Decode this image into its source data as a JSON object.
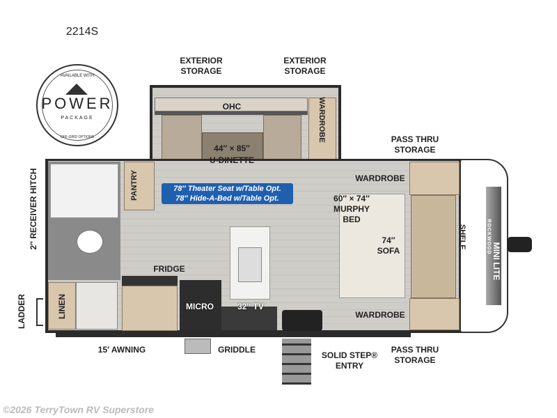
{
  "model": "2214S",
  "logo": {
    "top_text": "AVAILABLE WITH",
    "main": "POWER",
    "sub": "PACKAGE",
    "bottom_text": "OFF-GRID OPTIONS"
  },
  "labels": {
    "exterior_storage_1": [
      "EXTERIOR",
      "STORAGE"
    ],
    "exterior_storage_2": [
      "EXTERIOR",
      "STORAGE"
    ],
    "ohc": "OHC",
    "dinette_size": "44″ × 85″",
    "dinette": "U-DINETTE",
    "wardrobe_slide": "WARDROBE",
    "pass_thru_top": [
      "PASS THRU",
      "STORAGE"
    ],
    "wardrobe_top": "WARDROBE",
    "murphy": [
      "60″ × 74″",
      "MURPHY",
      "BED"
    ],
    "sofa": [
      "74″",
      "SOFA"
    ],
    "shelf": "SHELF",
    "wardrobe_bottom": "WARDROBE",
    "pass_thru_bottom": [
      "PASS THRU",
      "STORAGE"
    ],
    "entry": [
      "SOLID STEP®",
      "ENTRY"
    ],
    "griddle": "GRIDDLE",
    "awning": "15′ AWNING",
    "tv": "32″ TV",
    "micro": "MICRO",
    "fridge": "FRIDGE",
    "pantry": "PANTRY",
    "hitch": "2″ RECEIVER HITCH",
    "ladder": "LADDER",
    "linen": "LINEN"
  },
  "option_badge": {
    "line1": "78″ Theater Seat w/Table Opt.",
    "line2": "78″ Hide-A-Bed w/Table Opt.",
    "color": "#1f5fb0"
  },
  "cap_branding": {
    "brand": "MINI LITE",
    "maker": "ROCKWOOD"
  },
  "watermark": "©2026 TerryTown RV Superstore"
}
